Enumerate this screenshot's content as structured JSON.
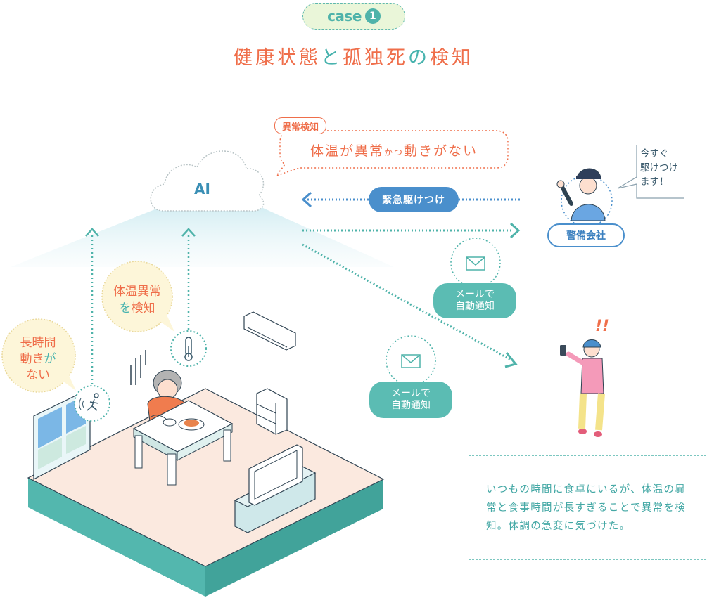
{
  "case_badge": {
    "label": "case",
    "number": "1"
  },
  "title": {
    "part1": "健康状態",
    "part2": "と",
    "part3": "孤独死",
    "part4": "の",
    "part5": "検知"
  },
  "ai_label": "AI",
  "alert": {
    "tag": "異常検知",
    "text_a": "体温が異常",
    "text_small": "かつ",
    "text_b": "動きがない"
  },
  "emergency_label": "緊急駆けつけ",
  "guard_speech": {
    "line1": "今すぐ",
    "line2": "駆けつけ",
    "line3": "ます！"
  },
  "security_company": "警備会社",
  "mail_label": {
    "line1": "メールで",
    "line2": "自動通知"
  },
  "sensor_temp": {
    "line1": "体温異常",
    "line2a": "を",
    "line2b": "検知"
  },
  "sensor_motion": {
    "line1": "長時間",
    "line2a": "動き",
    "line2b": "が",
    "line3": "ない"
  },
  "family_exclaim": "!!",
  "description": "いつもの時間に食卓にいるが、体温の異常と食事時間が長すぎることで異常を検知。体調の急変に気づけた。",
  "colors": {
    "orange": "#ef6e4a",
    "teal": "#48b3ae",
    "blue": "#4a8fcc",
    "room_floor": "#fbe9df",
    "room_base": "#53b7ae"
  }
}
